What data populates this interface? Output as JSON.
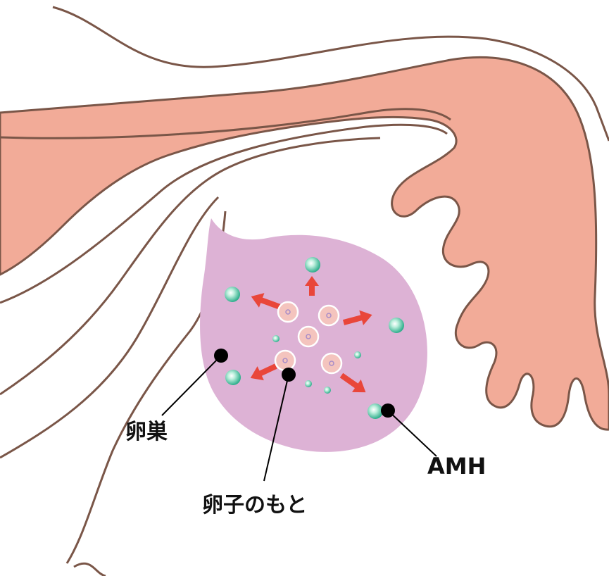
{
  "diagram": {
    "labels": {
      "ovary": "卵巣",
      "egg_source": "卵子のもと",
      "amh": "AMH"
    },
    "colors": {
      "background": "#ffffff",
      "tissue_fill": "#f2ab98",
      "outline": "#7a5648",
      "ovary_fill": "#ddb2d5",
      "follicle_fill": "#f4c4be",
      "follicle_ring": "#ffffff",
      "follicle_nucleus": "#a88cc8",
      "amh_fill": "#3fbf9d",
      "arrow": "#e9463a",
      "pointer": "#000000"
    }
  }
}
